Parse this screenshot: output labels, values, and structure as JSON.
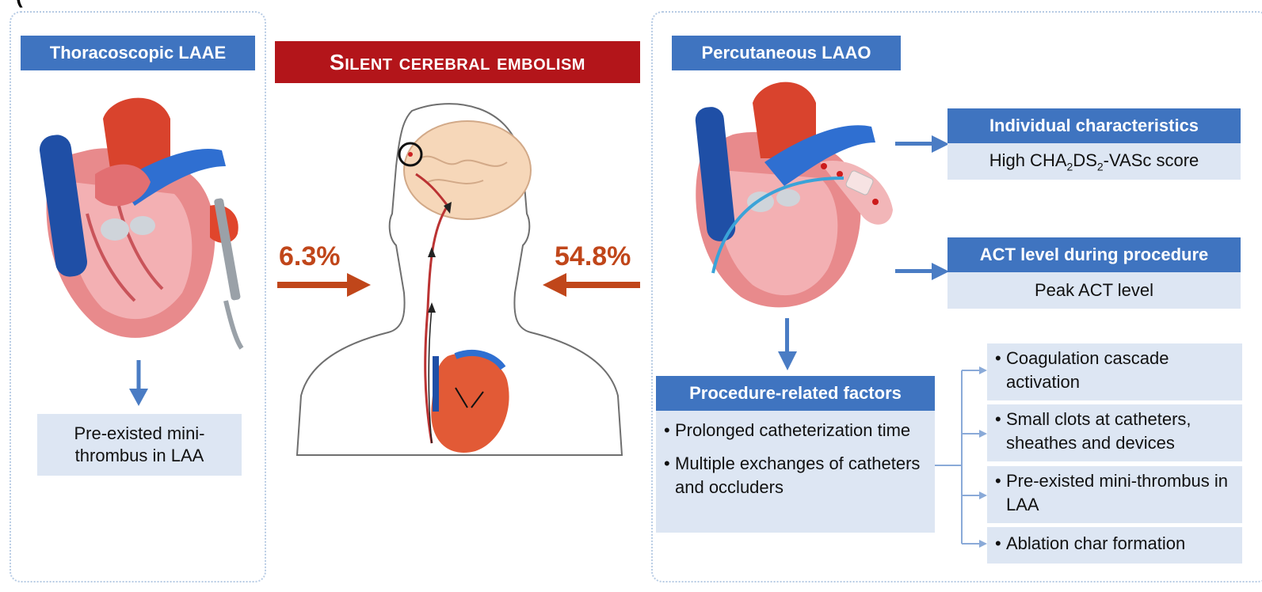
{
  "header_fragment": "(",
  "left_panel": {
    "title": "Thoracoscopic LAAE",
    "result_text": "Pre-existed mini-thrombus in LAA"
  },
  "center_panel": {
    "title": "Silent cerebral embolism",
    "left_pct": "6.3%",
    "right_pct": "54.8%"
  },
  "right_panel": {
    "title": "Percutaneous LAAO",
    "individual": {
      "title": "Individual characteristics",
      "text_pre": "High CHA",
      "sub1": "2",
      "mid": "DS",
      "sub2": "2",
      "text_post": "-VASc score"
    },
    "act": {
      "title": "ACT level during procedure",
      "text": "Peak ACT level"
    },
    "procedure": {
      "title": "Procedure-related factors",
      "bullets": [
        "Prolonged catheterization time",
        "Multiple exchanges of catheters and occluders"
      ]
    },
    "mechanisms": [
      "Coagulation cascade activation",
      "Small clots at catheters, sheathes and devices",
      "Pre-existed mini-thrombus in LAA",
      "Ablation char formation"
    ]
  },
  "colors": {
    "tag_blue": "#3f74c0",
    "box_light": "#dde6f3",
    "title_red": "#b3151a",
    "pct_orange": "#c0461a",
    "arrow_blue": "#4a7cc4"
  }
}
